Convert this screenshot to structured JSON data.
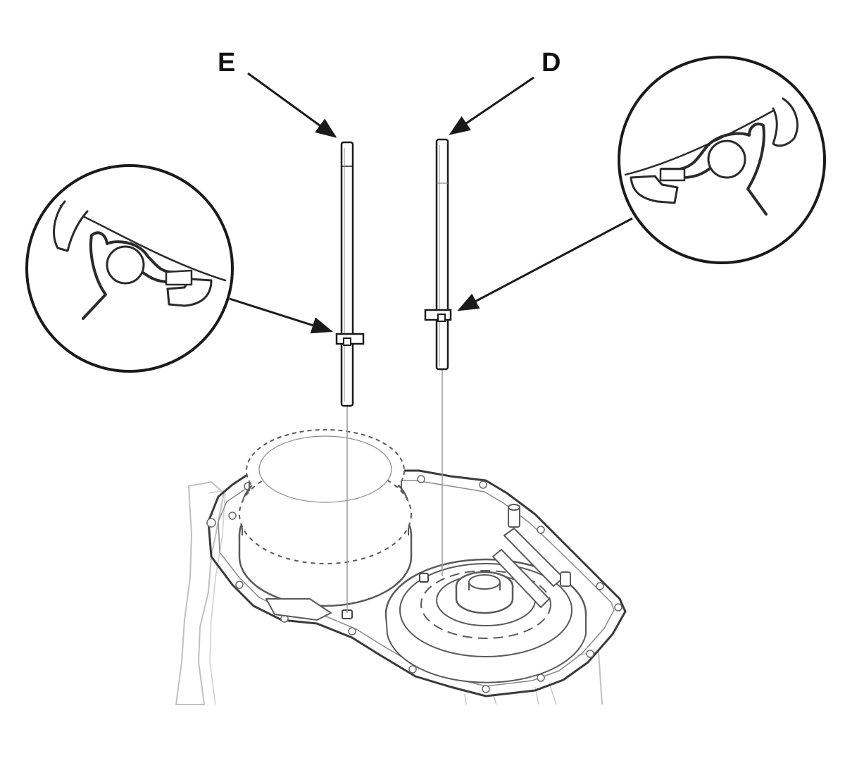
{
  "diagram": {
    "callouts": [
      {
        "id": "E",
        "label": "E"
      },
      {
        "id": "D",
        "label": "D"
      }
    ],
    "colors": {
      "line": "#1a1a1a",
      "part_outline": "#555555",
      "faint": "#b8b8b8",
      "background": "#ffffff"
    }
  }
}
